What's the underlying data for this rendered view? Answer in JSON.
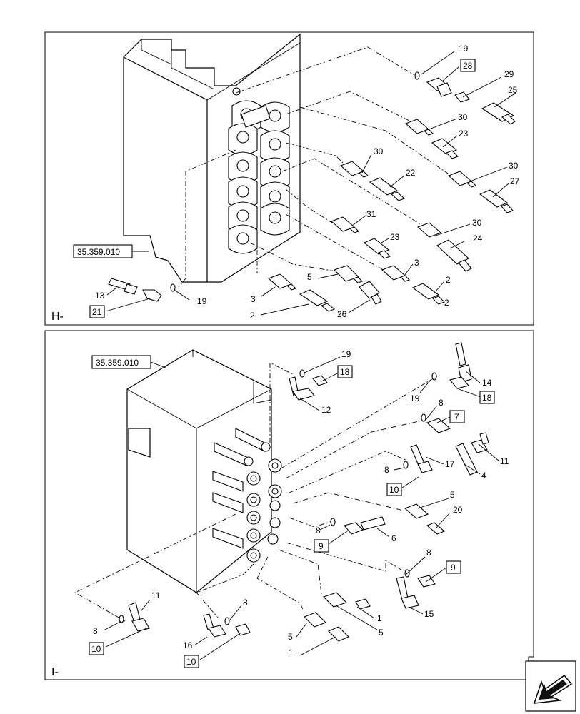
{
  "panels": [
    {
      "id": "H",
      "label": "H-",
      "reference": "35.359.010",
      "callouts": [
        "19",
        "28",
        "29",
        "25",
        "30",
        "23",
        "30",
        "22",
        "30",
        "27",
        "31",
        "23",
        "30",
        "24",
        "3",
        "5",
        "3",
        "2",
        "13",
        "19",
        "21",
        "2",
        "26",
        "2"
      ],
      "boxed": [
        "28",
        "21"
      ]
    },
    {
      "id": "I",
      "label": "I-",
      "reference": "35.359.010",
      "callouts": [
        "19",
        "18",
        "14",
        "19",
        "18",
        "12",
        "8",
        "7",
        "11",
        "8",
        "17",
        "4",
        "10",
        "5",
        "20",
        "8",
        "6",
        "9",
        "8",
        "9",
        "11",
        "8",
        "15",
        "8",
        "10",
        "16",
        "10",
        "5",
        "1",
        "5",
        "1"
      ],
      "boxed": [
        "18",
        "18",
        "7",
        "10",
        "9",
        "9",
        "10",
        "10"
      ]
    }
  ],
  "navigation": {
    "icon": "next-page-arrow-icon"
  }
}
